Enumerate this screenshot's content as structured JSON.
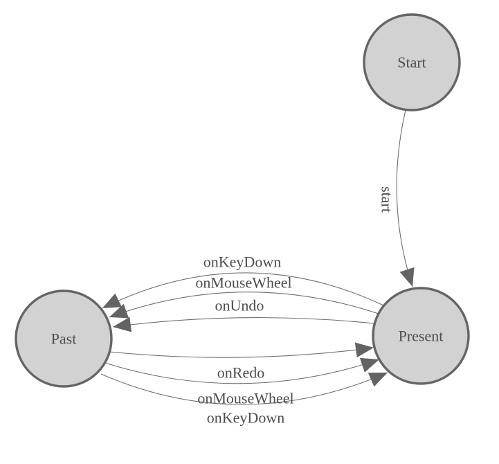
{
  "diagram": {
    "type": "state-machine",
    "background_color": "#ffffff",
    "colors": {
      "node_fill": "#d2d2d2",
      "node_border": "#656565",
      "edge_line": "#6e6e6e",
      "arrowhead_fill": "#636363",
      "label_text": "#4d4d4d"
    },
    "nodes": [
      {
        "id": "start",
        "label": "Start"
      },
      {
        "id": "past",
        "label": "Past"
      },
      {
        "id": "present",
        "label": "Present"
      }
    ],
    "edges": [
      {
        "from": "Start",
        "to": "Present",
        "label": "start"
      },
      {
        "from": "Present",
        "to": "Past",
        "label": "onKeyDown"
      },
      {
        "from": "Present",
        "to": "Past",
        "label": "onMouseWheel"
      },
      {
        "from": "Present",
        "to": "Past",
        "label": "onUndo"
      },
      {
        "from": "Past",
        "to": "Present",
        "label": "onRedo"
      },
      {
        "from": "Past",
        "to": "Present",
        "label": "onMouseWheel"
      },
      {
        "from": "Past",
        "to": "Present",
        "label": "onKeyDown"
      }
    ]
  }
}
